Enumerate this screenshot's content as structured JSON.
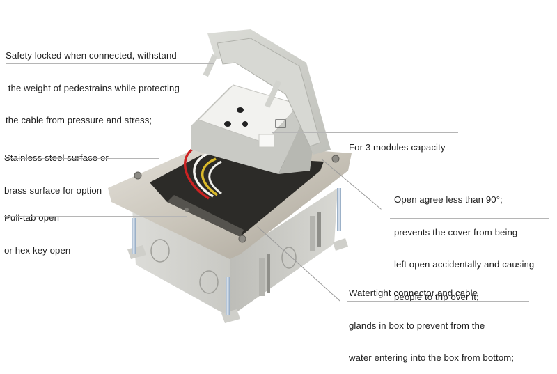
{
  "figure": {
    "subject": "Pop-up floor socket box",
    "annotations": [
      {
        "id": "safety-lock",
        "lines": [
          "Safety locked when connected, withstand",
          " the weight of pedestrains while protecting",
          "the cable from pressure and stress;"
        ]
      },
      {
        "id": "surface",
        "lines": [
          "Stainless steel surface or",
          "brass surface for option"
        ]
      },
      {
        "id": "pull-tab",
        "lines": [
          "Pull-tab open",
          "or hex key open"
        ]
      },
      {
        "id": "modules",
        "lines": [
          "For 3 modules capacity"
        ]
      },
      {
        "id": "open-angle",
        "lines": [
          "Open agree less than 90°;",
          "prevents the cover from being",
          "left open accidentally and causing",
          "people to trip over it;"
        ]
      },
      {
        "id": "watertight",
        "lines": [
          "Watertight connector and cable",
          "glands in box to prevent from the",
          "water entering into the box from bottom;"
        ]
      }
    ],
    "colors": {
      "steel": "#c8c3b8",
      "box_gray": "#d6d6d2",
      "cover_gray": "#cfd0cb",
      "socket_white": "#f2f2ef",
      "wire_red": "#cc2222",
      "wire_yellow": "#d9b92a",
      "leader_line": "#b5b5b5"
    }
  }
}
